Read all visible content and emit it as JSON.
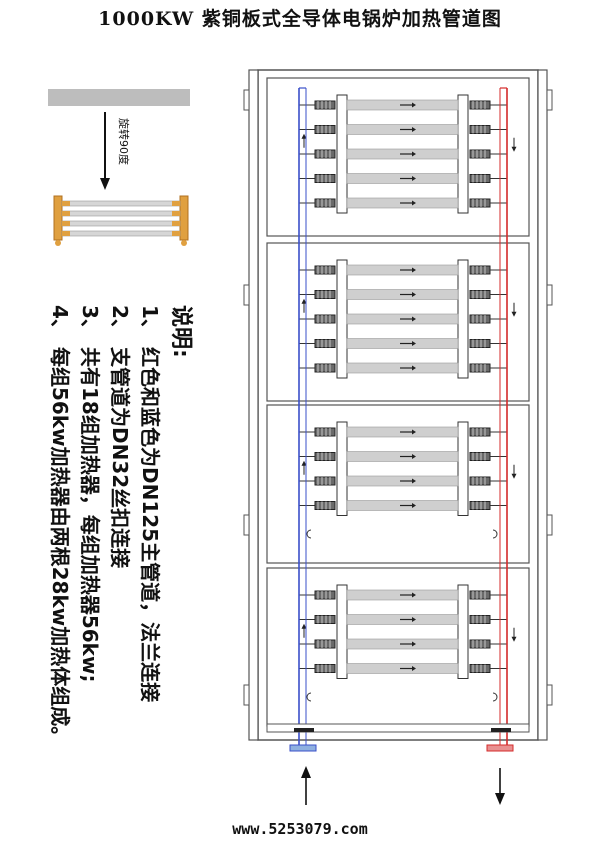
{
  "title": "1000KW 紫铜板式全导体电锅炉加热管道图",
  "rotate_label": "旋转90度",
  "notes": {
    "heading": "说明:",
    "items": [
      {
        "num": "1、",
        "text": "红色和蓝色为DN125主管道，法兰连接"
      },
      {
        "num": "2、",
        "text": "支管道为DN32丝扣连接"
      },
      {
        "num": "3、",
        "text": "共有18组加热器，每组加热器56kw;"
      },
      {
        "num": "4、",
        "text": "每组56kw加热器由两根28kw加热体组成。"
      }
    ]
  },
  "footer": "www.5253079.com",
  "diagram": {
    "sections": [
      {
        "rows": 5
      },
      {
        "rows": 5
      },
      {
        "rows": 4
      },
      {
        "rows": 4
      }
    ],
    "colors": {
      "supply_pipe": "#3a4fc9",
      "return_pipe": "#d42a2a",
      "heater_tube": "#cfcfcf",
      "copper": "#e0a040",
      "frame": "#555555"
    }
  }
}
